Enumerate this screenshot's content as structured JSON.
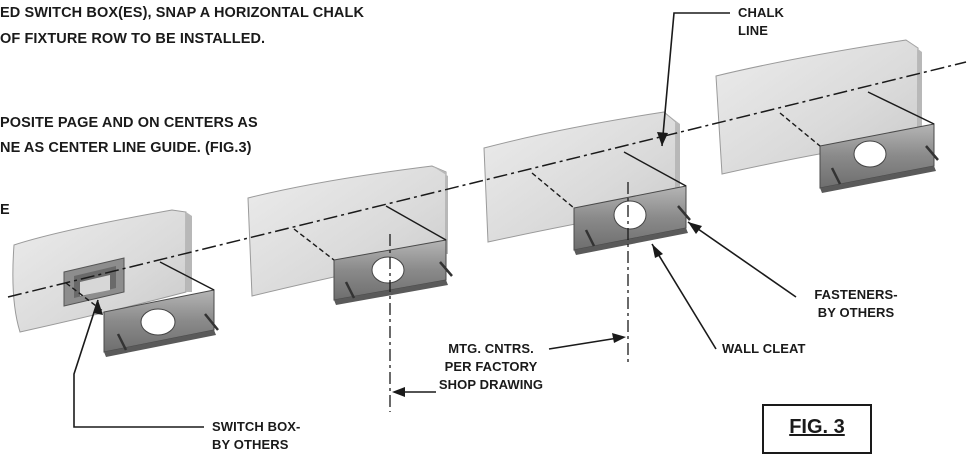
{
  "instructions": {
    "line1": "ED SWITCH BOX(ES), SNAP A HORIZONTAL CHALK",
    "line2": "OF FIXTURE ROW TO BE INSTALLED.",
    "line3": "POSITE PAGE AND ON CENTERS AS",
    "line4": "NE AS CENTER LINE GUIDE.  (FIG.3)",
    "line5": "E"
  },
  "callouts": {
    "chalk_line": [
      "CHALK",
      "LINE"
    ],
    "fasteners": [
      "FASTENERS-",
      "BY OTHERS"
    ],
    "wall_cleat": "WALL CLEAT",
    "mtg_centers": [
      "MTG. CNTRS.",
      "PER FACTORY",
      "SHOP DRAWING"
    ],
    "switch_box": [
      "SWITCH BOX-",
      "BY OTHERS"
    ]
  },
  "figure_label": "FIG. 3"
}
